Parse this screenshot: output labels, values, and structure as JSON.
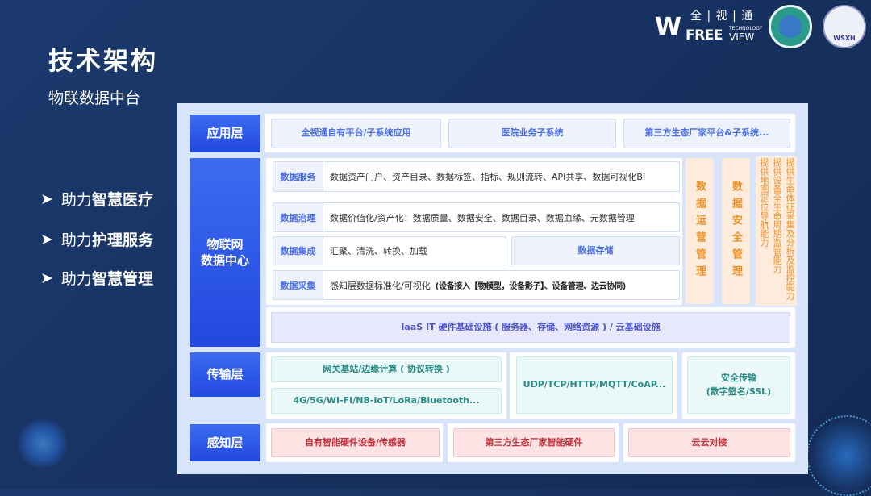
{
  "header": {
    "title": "技术架构",
    "subtitle": "物联数据中台"
  },
  "bullets": [
    {
      "prefix": "助力",
      "bold": "智慧医疗"
    },
    {
      "prefix": "助力",
      "bold": "护理服务"
    },
    {
      "prefix": "助力",
      "bold": "智慧管理"
    }
  ],
  "logo": {
    "brand_cn": "全 | 视 | 通",
    "brand_en": "FREE",
    "brand_en2": "VIEW",
    "brand_tag": "TECHNOLOGY",
    "seal2": "WSXH"
  },
  "layers": {
    "app": {
      "label": "应用层",
      "items": [
        "全视通自有平台/子系统应用",
        "医院业务子系统",
        "第三方生态厂家平台&子系统..."
      ]
    },
    "center": {
      "label": "物联网\n数据中心",
      "rows": [
        {
          "key": "数据服务",
          "value": "数据资产门户、资产目录、数据标签、指标、规则流转、API共享、数据可视化BI"
        },
        {
          "key": "数据治理",
          "value": "数据价值化/资产化：数据质量、数据安全、数据目录、数据血缘、元数据管理"
        },
        {
          "key": "数据集成",
          "value": "汇聚、清洗、转换、加载",
          "side": "数据存储"
        },
        {
          "key": "数据采集",
          "value": "感知层数据标准化/可视化",
          "extra": "(设备接入【物模型，设备影子】、设备管理、边云协同)"
        }
      ],
      "vertical": [
        "数据运营管理",
        "数据安全管理"
      ],
      "capabilities": [
        "提供生命体征采集及分析及监控能力",
        "提供设备全生命周期监管能力",
        "提供地图定位导航能力"
      ],
      "iaas": "IaaS  IT 硬件基础设施 ( 服务器、存储、网络资源 ) / 云基础设施"
    },
    "transport": {
      "label": "传输层",
      "gateway": "网关基站/边缘计算 ( 协议转换 )",
      "wireless": "4G/5G/WI-FI/NB-IoT/LoRa/Bluetooth...",
      "protocols": "UDP/TCP/HTTP/MQTT/CoAP...",
      "security": "安全传输\n(数字签名/SSL)"
    },
    "perception": {
      "label": "感知层",
      "items": [
        "自有智能硬件设备/传感器",
        "第三方生态厂家智能硬件",
        "云云对接"
      ]
    }
  },
  "colors": {
    "background": "#1a3566",
    "layer_label": "#2f5be8",
    "orange": "#ef9228",
    "teal": "#2a8a86",
    "red": "#c2303a"
  }
}
